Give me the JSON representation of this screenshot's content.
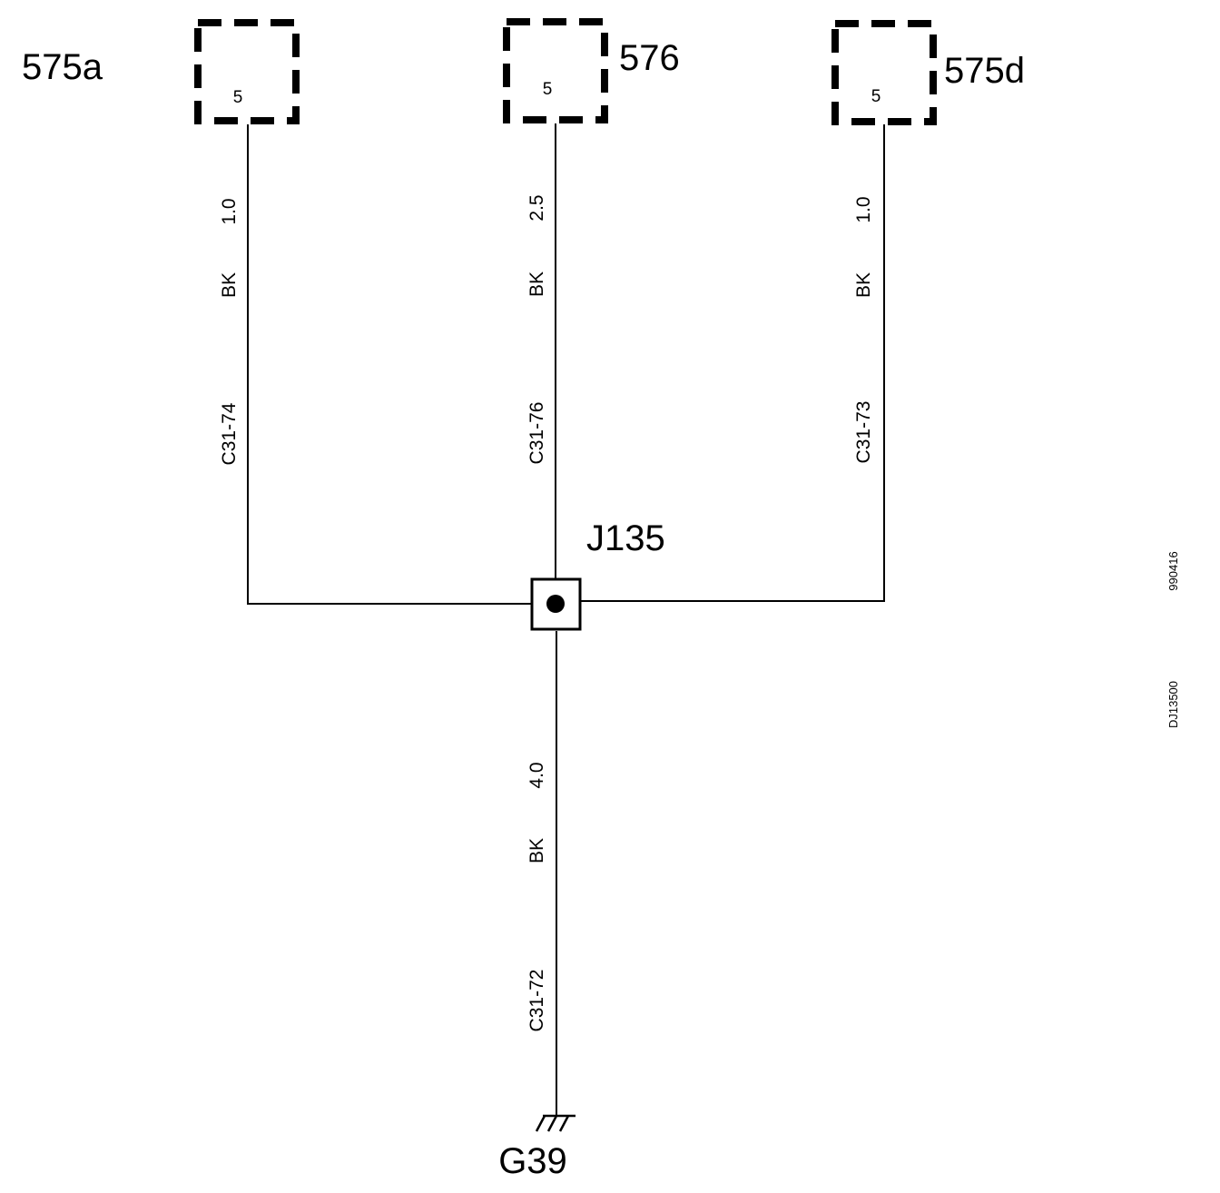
{
  "connectors": [
    {
      "id": "575a",
      "label": "575a",
      "pin": "5",
      "wire": {
        "size": "1.0",
        "color": "BK",
        "circuit": "C31-74"
      }
    },
    {
      "id": "576",
      "label": "576",
      "pin": "5",
      "wire": {
        "size": "2.5",
        "color": "BK",
        "circuit": "C31-76"
      }
    },
    {
      "id": "575d",
      "label": "575d",
      "pin": "5",
      "wire": {
        "size": "1.0",
        "color": "BK",
        "circuit": "C31-73"
      }
    }
  ],
  "junction": {
    "label": "J135"
  },
  "ground_wire": {
    "size": "4.0",
    "color": "BK",
    "circuit": "C31-72"
  },
  "ground": {
    "label": "G39"
  },
  "references": {
    "date_code": "990416",
    "drawing_code": "DJ13500"
  },
  "colors": {
    "line": "#000000",
    "background": "#ffffff"
  }
}
